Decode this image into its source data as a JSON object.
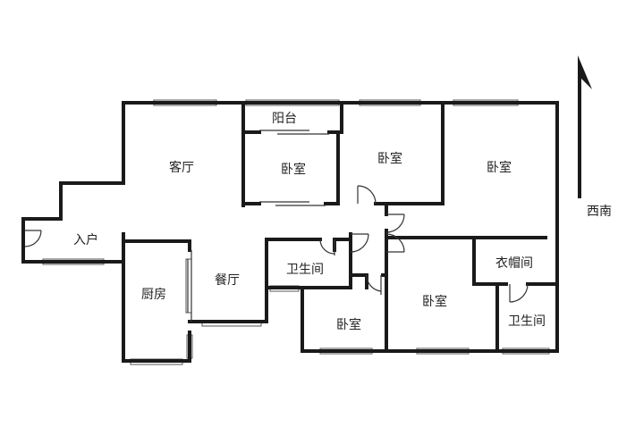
{
  "rooms": {
    "living_room": "客厅",
    "balcony": "阳台",
    "bedroom_balcony": "卧室",
    "bedroom_top_middle": "卧室",
    "bedroom_top_right": "卧室",
    "entrance": "入户",
    "kitchen": "厨房",
    "dining_room": "餐厅",
    "bathroom_middle": "卫生间",
    "bedroom_bottom_middle": "卧室",
    "bedroom_bottom_right": "卧室",
    "closet": "衣帽间",
    "bathroom_right": "卫生间"
  },
  "compass": {
    "direction_label": "西南"
  }
}
